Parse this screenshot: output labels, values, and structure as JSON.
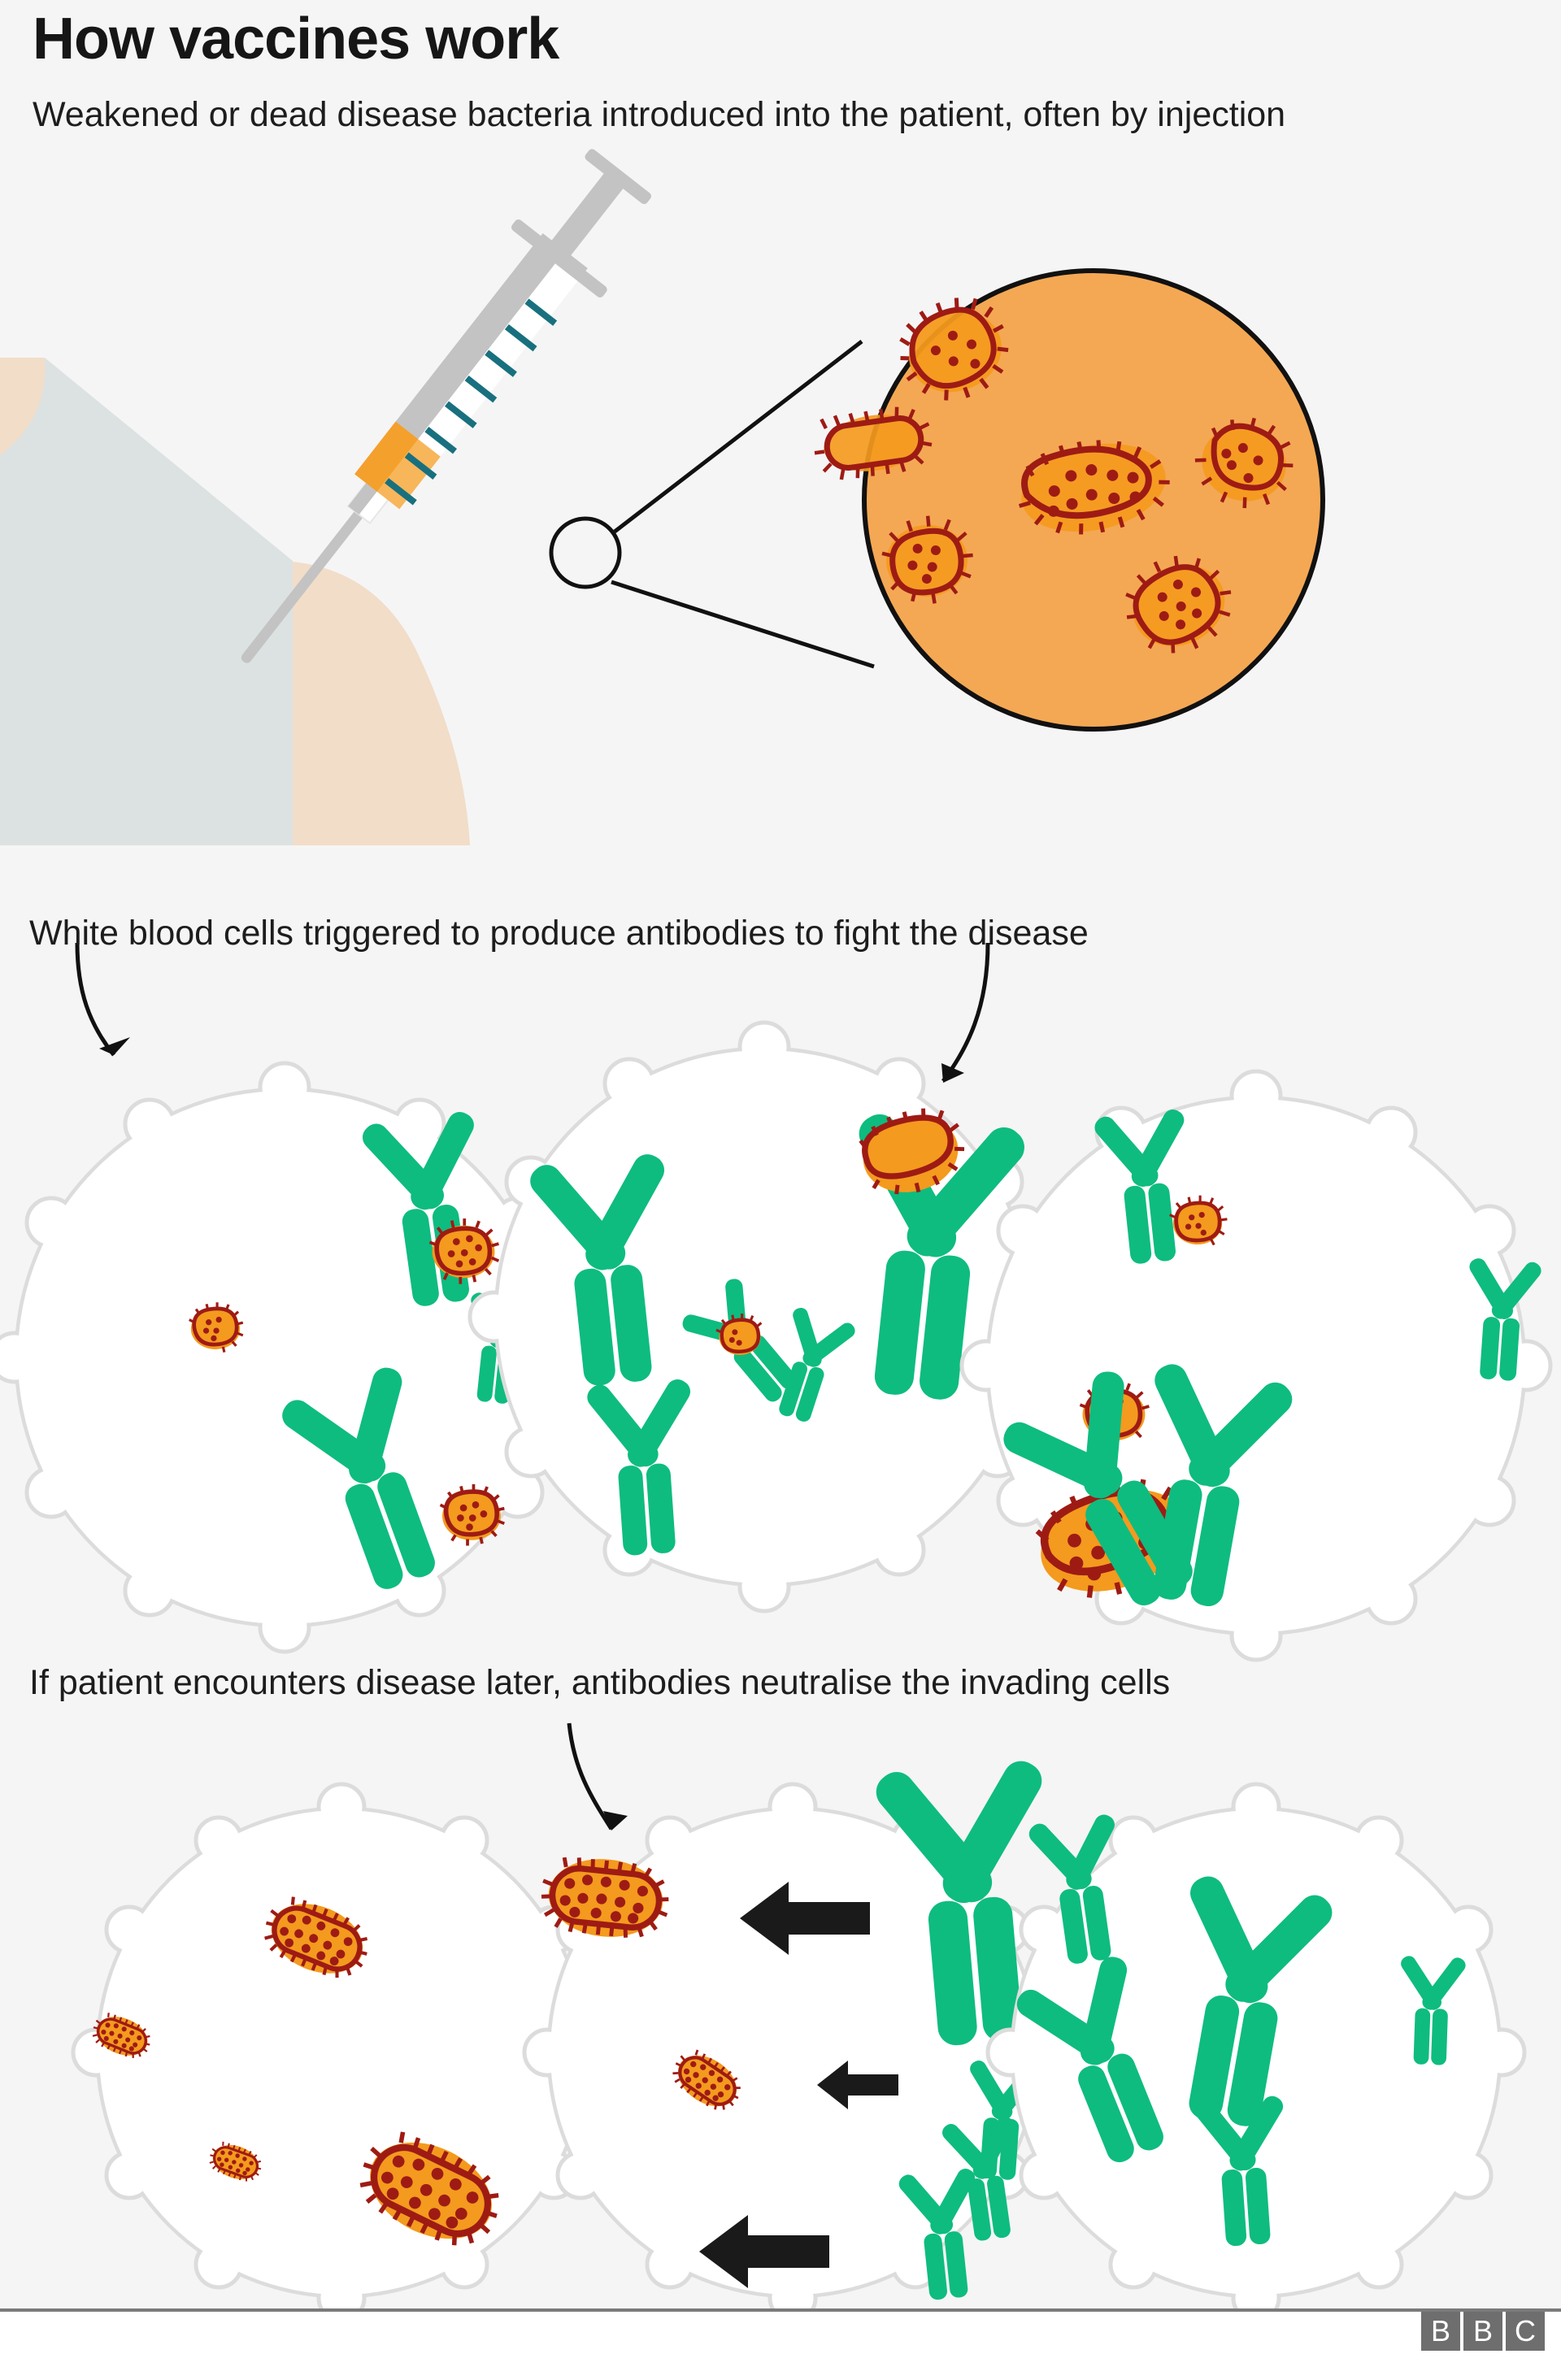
{
  "title": "How vaccines work",
  "subtitle": "Weakened or dead disease bacteria introduced into the patient, often by injection",
  "sections": [
    {
      "id": "injection",
      "caption": "Weakened or dead disease bacteria introduced into the patient, often by injection"
    },
    {
      "id": "antibody-production",
      "caption": "White blood cells triggered to produce antibodies to fight the disease"
    },
    {
      "id": "neutralisation",
      "caption": "If patient encounters disease later, antibodies neutralise the invading cells"
    }
  ],
  "brand": {
    "letters": [
      "B",
      "B",
      "C"
    ]
  },
  "colors": {
    "background": "#f5f5f5",
    "bacteria_fill": "#f4a02c",
    "bacteria_fill_light": "#f7b65a",
    "bacteria_outline": "#9e1b14",
    "antibody": "#0ebc7f",
    "cell_fill": "#ffffff",
    "cell_outline": "#dcdcdc",
    "skin": "#f2ddc9",
    "shirt": "#dce2e1",
    "syringe_barrel": "#c3c3c3",
    "syringe_body": "#ffffff",
    "syringe_marks": "#18707f",
    "arrow": "#1a1a1a",
    "text": "#1d1d1d",
    "bbc_block": "#6e6e6e",
    "rule": "#7a7a7a"
  },
  "illustration": {
    "syringe": {
      "label": "syringe with orange vaccine liquid",
      "graduation_marks": 8
    },
    "magnifier": {
      "label": "magnified circle showing bacteria in vaccine",
      "bacteria_count": 6
    },
    "arm": {
      "label": "patient shoulder and upper arm"
    },
    "section2_cells": 3,
    "section3_cells": 3,
    "section3_arrows": 3
  }
}
